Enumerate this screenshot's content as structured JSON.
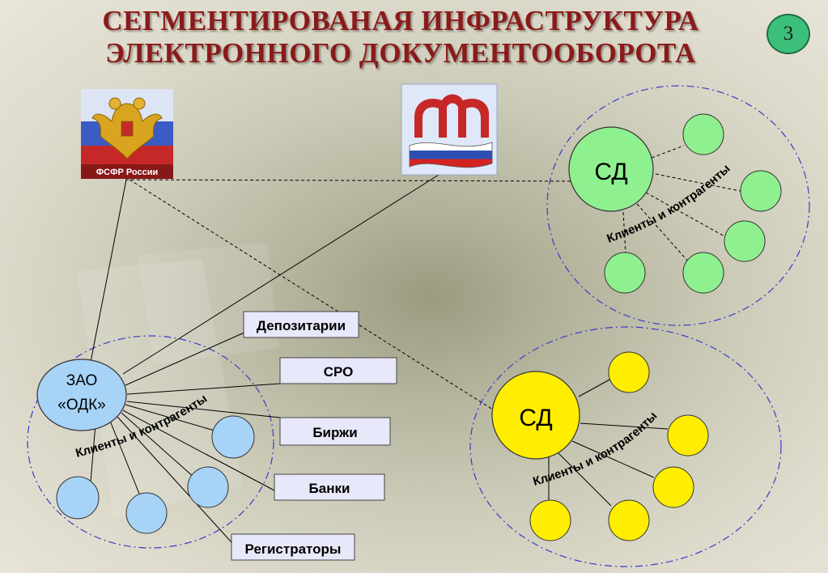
{
  "title": {
    "line1": "СЕГМЕНТИРОВАНАЯ ИНФРАСТРУКТУРА",
    "line2": "ЭЛЕКТРОННОГО ДОКУМЕНТООБОРОТА"
  },
  "page_number": "3",
  "logos": {
    "fsfr_caption": "ФСФР России",
    "fsfr_icon": "double-headed-eagle-emblem",
    "pfr_icon": "pfr-pension-fund-emblem"
  },
  "central_depository": {
    "line1": "ЗАО",
    "line2": "«ОДК»"
  },
  "participants": [
    "Депозитарии",
    "СРО",
    "Биржи",
    "Банки",
    "Регистраторы"
  ],
  "settlement_depositories": [
    {
      "label": "СД",
      "arc_label": "Клиенты и контрагенты"
    },
    {
      "label": "СД",
      "arc_label": "Клиенты и контрагенты"
    }
  ],
  "odk_arc_label": "Клиенты и контрагенты",
  "colors": {
    "title": "#8b1a1a",
    "page_badge": "#3cbf7a",
    "odk_blue": "#a7d3f7",
    "sd_green": "#8ff08f",
    "sd_yellow": "#ffee00",
    "box_fill": "#e8e8fb",
    "cluster_border": "#3a3ac8"
  }
}
